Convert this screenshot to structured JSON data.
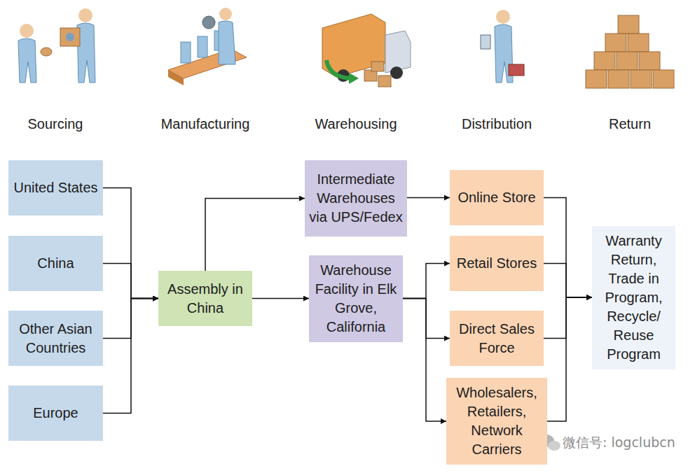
{
  "diagram": {
    "nodes": [
      {
        "text": [
          "United States"
        ]
      },
      {
        "text": [
          "China"
        ]
      },
      {
        "text": [
          "Other Asian Countries"
        ]
      },
      {
        "text": [
          "Europe"
        ]
      },
      {
        "text": [
          "Assembly in China"
        ]
      },
      {
        "text": [
          "Intermediate Warehouses via UPS/Fedex"
        ]
      },
      {
        "text": [
          "Warehouse Facility in Elk Grove, California"
        ]
      },
      {
        "text": [
          "Online Store"
        ]
      },
      {
        "text": [
          "Retail Stores"
        ]
      },
      {
        "text": [
          "Direct Sales Force"
        ]
      },
      {
        "text": [
          "Wholesalers, Retailers, Network Carriers"
        ]
      },
      {
        "text": [
          "Warranty Return, Trade in Program, Recycle/ Reuse Program"
        ]
      }
    ],
    "edges": [
      {
        "from": 0,
        "to": 4,
        "arrow": "to"
      },
      {
        "from": 1,
        "to": 4,
        "arrow": "to"
      },
      {
        "from": 2,
        "to": 4,
        "arrow": "to"
      },
      {
        "from": 3,
        "to": 4,
        "arrow": "to"
      },
      {
        "from": 4,
        "to": 5,
        "arrow": "to"
      },
      {
        "from": 4,
        "to": 6,
        "arrow": "to"
      },
      {
        "from": 5,
        "to": 7,
        "arrow": "to"
      },
      {
        "from": 6,
        "to": 8,
        "arrow": "to"
      },
      {
        "from": 6,
        "to": 9,
        "arrow": "to"
      },
      {
        "from": 6,
        "to": 10,
        "arrow": "to"
      },
      {
        "from": 7,
        "to": 11,
        "arrow": "to"
      },
      {
        "from": 8,
        "to": 11,
        "arrow": "to"
      },
      {
        "from": 9,
        "to": 11,
        "arrow": "to"
      },
      {
        "from": 10,
        "to": 11,
        "arrow": "to"
      }
    ],
    "labels": [
      "Sourcing",
      "Manufacturing",
      "Warehousing",
      "Distribution",
      "Return",
      "微信号: logclubcn"
    ]
  }
}
